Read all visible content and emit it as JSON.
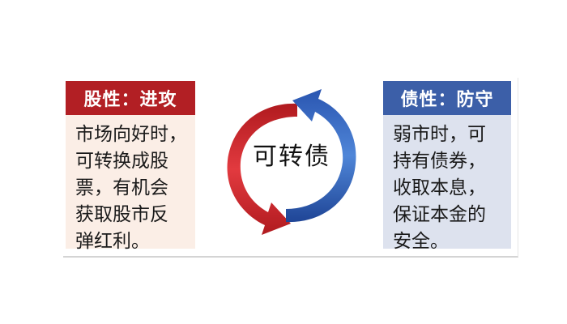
{
  "left_panel": {
    "title": "股性：进攻",
    "lines": [
      "市场向好时，",
      "可转换成股",
      "票，有机会",
      "获取股市反",
      "弹红利。"
    ]
  },
  "center": {
    "label": "可转债"
  },
  "right_panel": {
    "title": "债性：防守",
    "lines": [
      "弱市时，可",
      "持有债券，",
      "收取本息，",
      "保证本金的",
      "安全。"
    ]
  },
  "colors": {
    "attack_red": "#b21f24",
    "defense_blue": "#3c5fa8",
    "left_body_bg": "#fbeee6",
    "right_body_bg": "#dde2ee"
  },
  "icons": [
    "cycle-arrow-red-icon",
    "cycle-arrow-blue-icon"
  ]
}
